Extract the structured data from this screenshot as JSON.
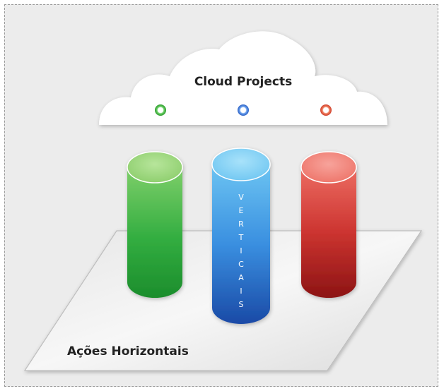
{
  "cloud": {
    "title": "Cloud Projects",
    "dots": [
      {
        "name": "green",
        "color": "#3cb93c"
      },
      {
        "name": "blue",
        "color": "#3c78dc"
      },
      {
        "name": "orange",
        "color": "#e2533a"
      }
    ]
  },
  "pillars": [
    {
      "name": "green",
      "top": "#9fd77f",
      "mid": "#3bb446",
      "bottom": "#1e8a2e"
    },
    {
      "name": "blue",
      "top": "#7fd0f5",
      "mid": "#3b8fdf",
      "bottom": "#1b4ea8",
      "letters": [
        "V",
        "E",
        "R",
        "T",
        "I",
        "C",
        "A",
        "I",
        "S"
      ]
    },
    {
      "name": "red",
      "top": "#f07f75",
      "mid": "#d23a32",
      "bottom": "#8e1414"
    }
  ],
  "plane": {
    "label": "Ações Horizontais"
  }
}
